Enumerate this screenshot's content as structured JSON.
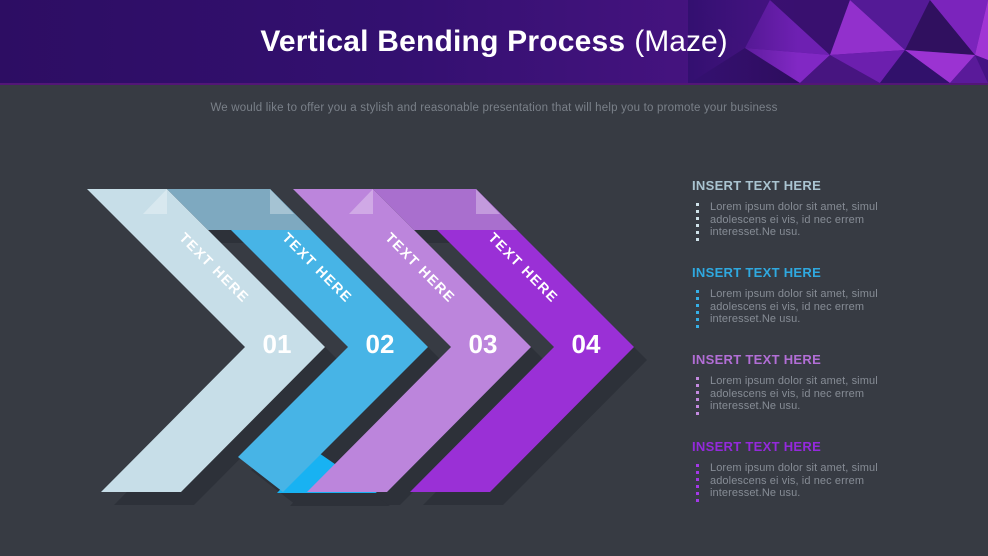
{
  "header": {
    "title_main": "Vertical Bending Process",
    "title_rest": "(Maze)"
  },
  "subtitle": "We would like to offer you a stylish and reasonable presentation that will help you to promote your business",
  "diagram": {
    "steps": [
      {
        "number": "01",
        "label": "TEXT HERE",
        "band_color": "#c7dee8",
        "fold_color": "#7ea9c0"
      },
      {
        "number": "02",
        "label": "TEXT HERE",
        "band_color": "#47b4e6",
        "fold_color": "#18b2f2"
      },
      {
        "number": "03",
        "label": "TEXT HERE",
        "band_color": "#bc85dc",
        "fold_color": "#a96fce"
      },
      {
        "number": "04",
        "label": "TEXT HERE",
        "band_color": "#9a30d6",
        "fold_color": "#9a30d6"
      }
    ],
    "shadow_color": "#2d3139"
  },
  "panel": {
    "blocks": [
      {
        "heading": "INSERT TEXT HERE",
        "accent": "#aac4d1",
        "dot_color": "#cfe2ea",
        "lines": [
          "Lorem ipsum dolor sit amet, simul",
          "adolescens ei vis, id nec errem",
          "interesset.Ne usu."
        ]
      },
      {
        "heading": "INSERT TEXT HERE",
        "accent": "#2fa9e0",
        "dot_color": "#35b0e8",
        "lines": [
          "Lorem ipsum dolor sit amet, simul",
          "adolescens ei vis, id nec errem",
          "interesset.Ne usu."
        ]
      },
      {
        "heading": "INSERT TEXT HERE",
        "accent": "#b26ed6",
        "dot_color": "#c48ae0",
        "lines": [
          "Lorem ipsum dolor sit amet, simul",
          "adolescens ei vis, id nec errem",
          "interesset.Ne usu."
        ]
      },
      {
        "heading": "INSERT TEXT HERE",
        "accent": "#9429dc",
        "dot_color": "#a438e8",
        "lines": [
          "Lorem ipsum dolor sit amet, simul",
          "adolescens ei vis, id nec errem",
          "interesset.Ne usu."
        ]
      }
    ]
  },
  "colors": {
    "slide_background": "#373b43",
    "header_gradient_left": "#2d0d63",
    "header_gradient_right": "#541895",
    "body_text": "#868c95",
    "subtitle_text": "#7a8089",
    "label_text": "#ffffff"
  }
}
